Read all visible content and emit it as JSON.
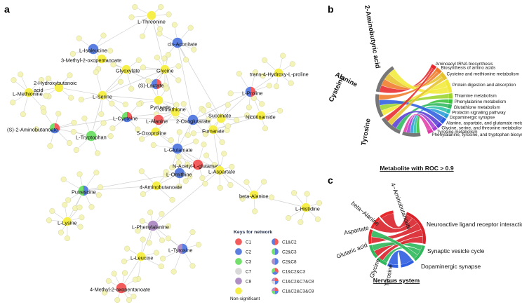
{
  "panels": {
    "a": "a",
    "b": "b",
    "c": "c"
  },
  "network": {
    "nodes": [
      {
        "label": "L-Threonine",
        "cat": "NS"
      },
      {
        "label": "L-Isoleucine",
        "cat": "C2"
      },
      {
        "label": "cis-Aconitate",
        "cat": "C2"
      },
      {
        "label": "3-Methyl-2-oxopentanoate",
        "cat": "NS"
      },
      {
        "label": "Glyoxylate",
        "cat": "NS"
      },
      {
        "label": "Glycine",
        "cat": "NS"
      },
      {
        "label": "trans-4-Hydroxy-L-proline",
        "cat": "NS"
      },
      {
        "label": "(S)-Lactate",
        "cat": "C1&C2"
      },
      {
        "label": "L-Methionine",
        "cat": "NS"
      },
      {
        "label": "2-Hydroxybutanoic acid",
        "cat": "NS"
      },
      {
        "label": "L-Serine",
        "cat": "NS"
      },
      {
        "label": "L-Proline",
        "cat": "C1&C2"
      },
      {
        "label": "Pyruvate",
        "cat": "NS"
      },
      {
        "label": "Glutathione",
        "cat": "NS"
      },
      {
        "label": "L-Cysteine",
        "cat": "C1&C2&C3"
      },
      {
        "label": "L-Alanine",
        "cat": "C1"
      },
      {
        "label": "2-Oxoglutarate",
        "cat": "C2"
      },
      {
        "label": "Succinate",
        "cat": "NS"
      },
      {
        "label": "Nicotinamide",
        "cat": "NS"
      },
      {
        "label": "Fumarate",
        "cat": "NS"
      },
      {
        "label": "(S)-2-Aminobutanoate",
        "cat": "C1&C2&C3"
      },
      {
        "label": "L-Tryptophan",
        "cat": "C3"
      },
      {
        "label": "5-Oxoproline",
        "cat": "NS"
      },
      {
        "label": "L-Glutamate",
        "cat": "C2"
      },
      {
        "label": "N-Acetyl-L-glutamate",
        "cat": "C1"
      },
      {
        "label": "L-Ornithine",
        "cat": "C2"
      },
      {
        "label": "L-Aspartate",
        "cat": "NS"
      },
      {
        "label": "4-Aminobutanoate",
        "cat": "NS"
      },
      {
        "label": "Putrescine",
        "cat": "C2&C3"
      },
      {
        "label": "beta-Alanine",
        "cat": "NS"
      },
      {
        "label": "L-Histidine",
        "cat": "NS"
      },
      {
        "label": "L-Lysine",
        "cat": "NS"
      },
      {
        "label": "L-Phenylalanine",
        "cat": "C8"
      },
      {
        "label": "L-Tyrosine",
        "cat": "C2&C8"
      },
      {
        "label": "L-Leucine",
        "cat": "NS"
      },
      {
        "label": "4-Methyl-2-oxopentanoate",
        "cat": "C1"
      }
    ]
  },
  "legend": {
    "title": "Keys for network",
    "items": [
      {
        "label": "C1",
        "cat": "C1"
      },
      {
        "label": "C1&C2",
        "cat": "C1&C2"
      },
      {
        "label": "C2",
        "cat": "C2"
      },
      {
        "label": "C2&C3",
        "cat": "C2&C3"
      },
      {
        "label": "C3",
        "cat": "C3"
      },
      {
        "label": "C2&C8",
        "cat": "C2&C8"
      },
      {
        "label": "C7",
        "cat": "C7"
      },
      {
        "label": "C1&C2&C3",
        "cat": "C1&C2&C3"
      },
      {
        "label": "C8",
        "cat": "C8"
      },
      {
        "label": "C1&C2&C7&C8",
        "cat": "C1&C2&C7&C8"
      },
      {
        "label": "Non-significant",
        "cat": "NS"
      },
      {
        "label": "C1&C2&C3&C8",
        "cat": "C1&C2&C3&C8"
      }
    ]
  },
  "colors": {
    "C1": "#f25c5c",
    "C2": "#5b7fe0",
    "C3": "#72e06a",
    "C7": "#d9d9d9",
    "C8": "#b08fc4",
    "NS": "#f6ef4a",
    "edge": "#cfcfcf",
    "leaf": "#f4f4b8"
  },
  "chord_b": {
    "metabolites": [
      "2-Aminobutyric acid",
      "Alanine",
      "Cysteine",
      "Tyrosine"
    ],
    "pathways": [
      "Aminoacyl tRNA biosynthesis",
      "Biosynthesis of amino acids",
      "Cysteine and methionine metabolism",
      "Protein digestion and absorption",
      "Thiamine metabolism",
      "Phenylalanine metabolism",
      "Glutathione metabolism",
      "Prolactin signaling pathway",
      "Dopaminergic synapse",
      "Alanine, aspartate, and glutamate metabolism",
      "Glycine, serine, and threonine metabolism",
      "Tyrosine metabolism",
      "Phenylalanine, tyrosine, and tryptophan biosynthesis"
    ],
    "caption": "Metabolite with ROC > 0.9"
  },
  "chord_c": {
    "metabolites": [
      "4−Aminobutanoate",
      "beta−Alanine",
      "Aspartate",
      "Glutaric acid",
      "Glycine",
      "Tyrosine"
    ],
    "pathways": [
      "Neuroactive ligand receptor interaction",
      "Synaptic vesicle cycle",
      "Dopaminergic synapse"
    ],
    "caption": "Nervous system"
  }
}
